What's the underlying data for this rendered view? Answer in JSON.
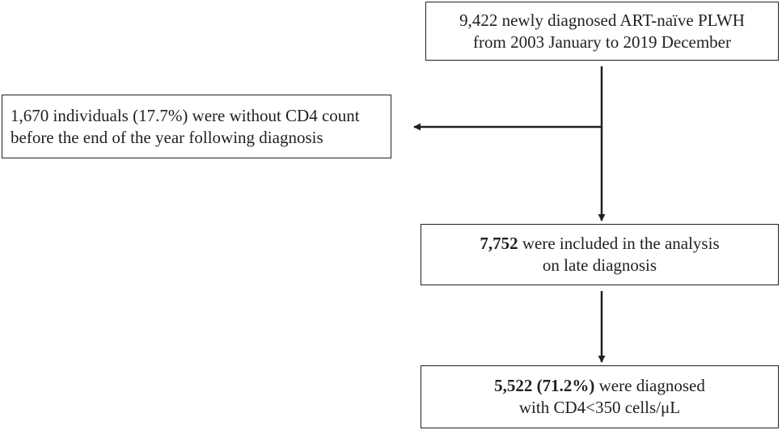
{
  "boxes": {
    "source": {
      "line1": "9,422 newly diagnosed ART-naïve PLWH",
      "line2": "from 2003 January to 2019 December"
    },
    "excluded": {
      "line1": "1,670 individuals (17.7%) were without CD4 count",
      "line2": "before the end of the year following diagnosis"
    },
    "included": {
      "line1_bold": "7,752",
      "line1_rest": " were included in the analysis",
      "line2": "on late diagnosis"
    },
    "late": {
      "line1_bold": "5,522 (71.2%)",
      "line1_rest": " were diagnosed",
      "line2": "with CD4<350 cells/μL"
    }
  },
  "colors": {
    "ink": "#231f20",
    "background": "#ffffff"
  }
}
